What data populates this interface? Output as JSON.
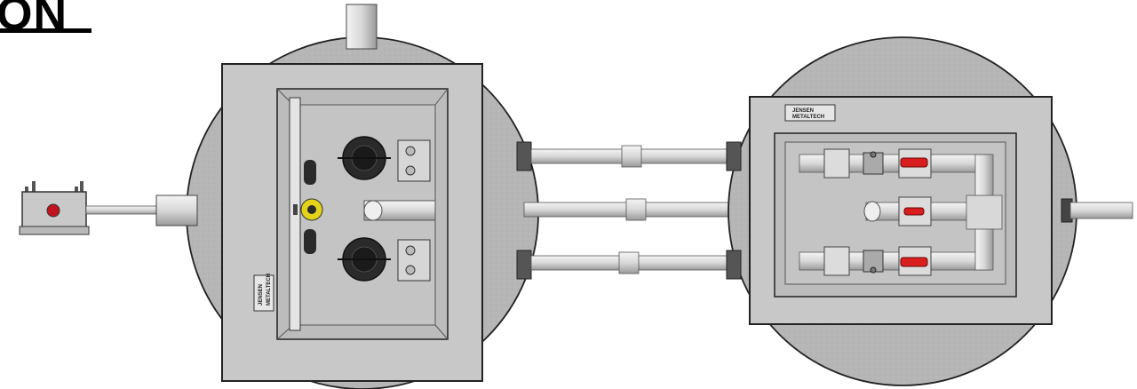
{
  "header": {
    "title": "ON"
  },
  "nameplates": {
    "line1": "JENSEN",
    "line2": "METALTECH"
  },
  "colors": {
    "concrete": "#b4b4b4",
    "lid": "#c8c8c8",
    "pipe": "#d9d9d9",
    "valve_handle": "#d81e1e",
    "warning_indicator": "#e2d21a",
    "alarm_light": "#c0141e",
    "pump_body": "#2a2a2a"
  },
  "components": [
    "alarm-panel",
    "septic-tank",
    "pump-tank",
    "valve-box",
    "check-valves",
    "ball-valves"
  ]
}
